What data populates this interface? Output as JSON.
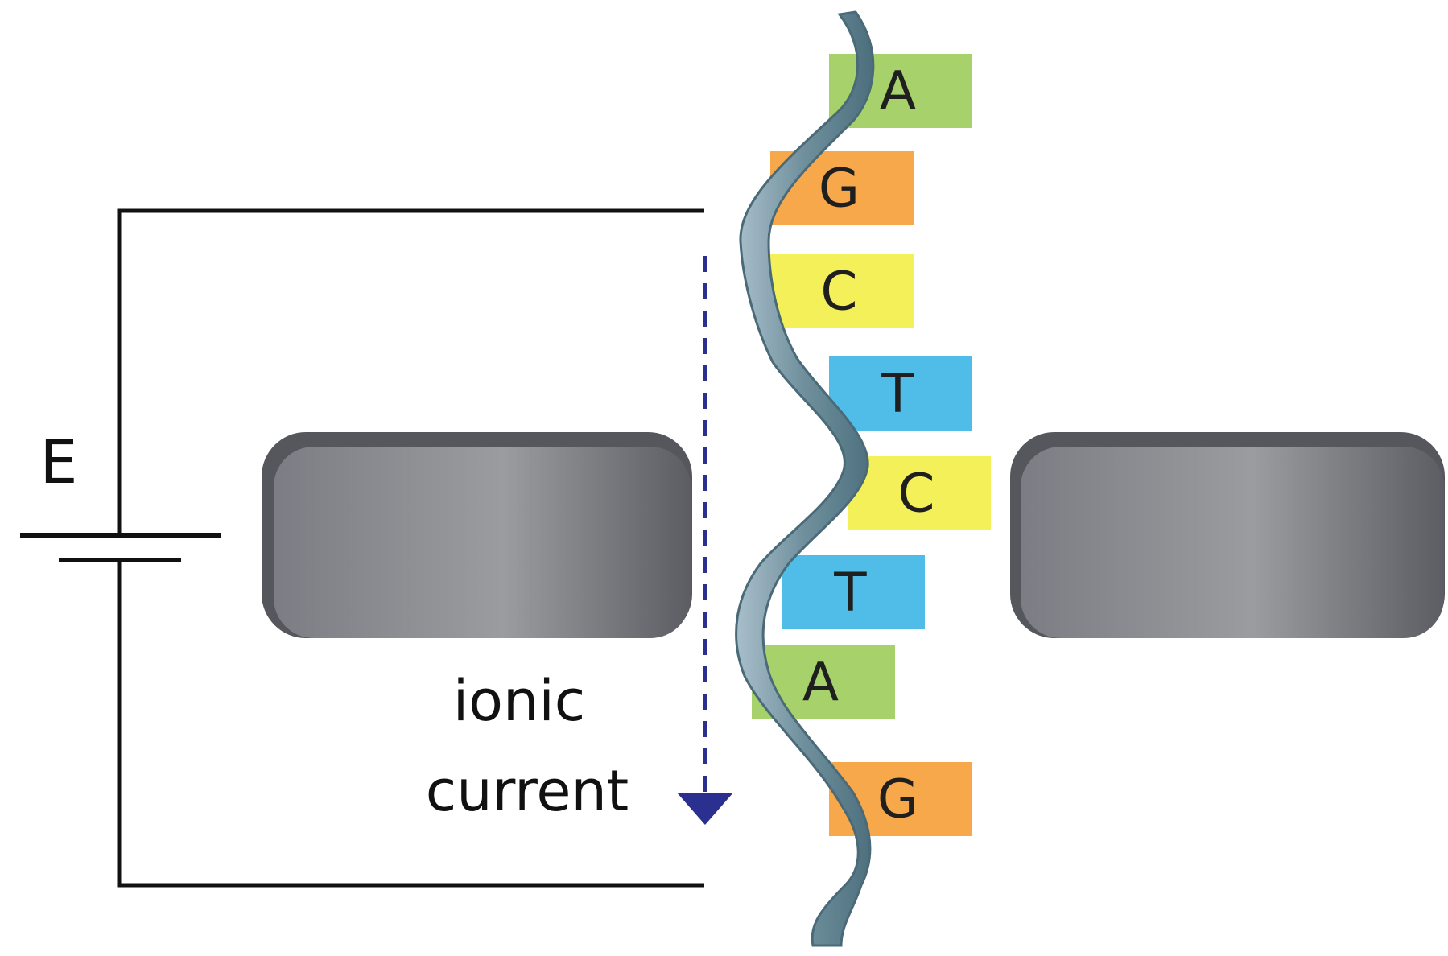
{
  "battery_label": "E",
  "current_label": {
    "line1": "ionic",
    "line2": "current"
  },
  "bases": [
    {
      "letter": "A",
      "color": "#a6d16b"
    },
    {
      "letter": "G",
      "color": "#f7a84b"
    },
    {
      "letter": "C",
      "color": "#f3f05a"
    },
    {
      "letter": "T",
      "color": "#4fbde8"
    },
    {
      "letter": "C",
      "color": "#f3f05a"
    },
    {
      "letter": "T",
      "color": "#4fbde8"
    },
    {
      "letter": "A",
      "color": "#a6d16b"
    },
    {
      "letter": "G",
      "color": "#f7a84b"
    }
  ],
  "colors": {
    "wire": "#111111",
    "arrow": "#2b2f8f",
    "membrane_dark": "#5f6068",
    "membrane_mid": "#9a9b9f",
    "strand_dark": "#4d6f7d",
    "strand_light": "#a9bfcb"
  }
}
